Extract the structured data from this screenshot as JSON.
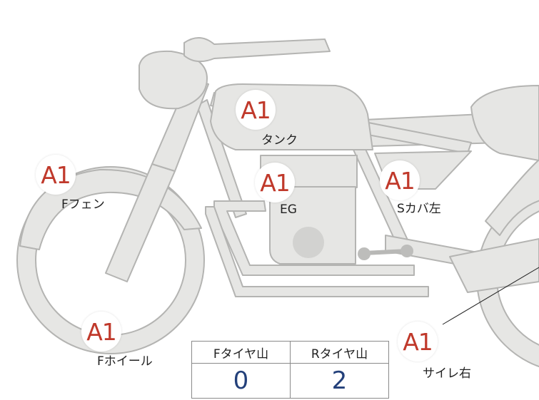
{
  "colors": {
    "body_fill": "#e6e6e4",
    "body_stroke": "#b4b4b2",
    "grade_text": "#c0392b",
    "tire_value": "#23407a"
  },
  "badges": [
    {
      "grade": "A1",
      "part": "タンク"
    },
    {
      "grade": "A1",
      "part": "Fフェン"
    },
    {
      "grade": "A1",
      "part": "EG"
    },
    {
      "grade": "A1",
      "part": "Sカバ左"
    },
    {
      "grade": "A1",
      "part": "Fホイール"
    },
    {
      "grade": "A1",
      "part": "サイレ右"
    }
  ],
  "tire_table": {
    "front_header": "Fタイヤ山",
    "rear_header": "Rタイヤ山",
    "front_value": "0",
    "rear_value": "2"
  }
}
